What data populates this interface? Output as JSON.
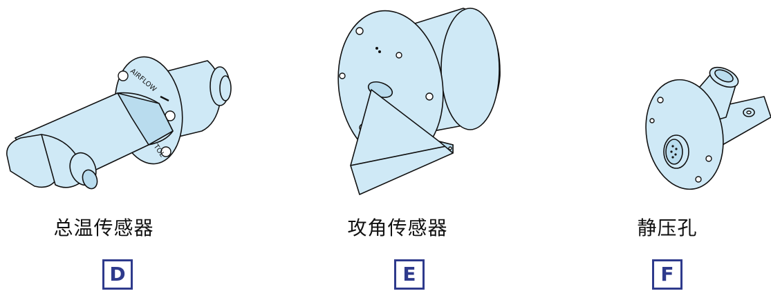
{
  "panels": [
    {
      "caption": "总温传感器",
      "badge": "D"
    },
    {
      "caption": "攻角传感器",
      "badge": "E"
    },
    {
      "caption": "静压孔",
      "badge": "F"
    }
  ],
  "sensor_d": {
    "flange_text_top": "AIRFLOW",
    "flange_text_bottom": "TOL"
  },
  "colors": {
    "part_fill": "#cfe9f6",
    "badge_border": "#2e3a8c",
    "outline": "#111111"
  }
}
